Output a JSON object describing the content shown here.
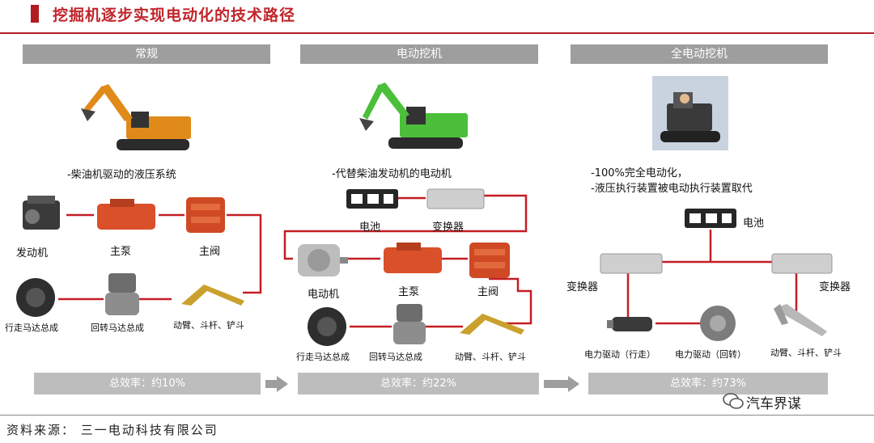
{
  "title": "挖掘机逐步实现电动化的技术路径",
  "sections": {
    "conventional": {
      "label": "常规",
      "description": "-柴油机驱动的液压系统",
      "efficiency": "总效率：约10%",
      "components": {
        "engine": "发动机",
        "pump": "主泵",
        "valve": "主阀",
        "travel_motor": "行走马达总成",
        "swing_motor": "回转马达总成",
        "arm": "动臂、斗杆、铲斗"
      }
    },
    "electric": {
      "label": "电动挖机",
      "description": "-代替柴油发动机的电动机",
      "efficiency": "总效率：约22%",
      "components": {
        "battery": "电池",
        "converter": "变换器",
        "motor": "电动机",
        "pump": "主泵",
        "valve": "主阀",
        "travel_motor": "行走马达总成",
        "swing_motor": "回转马达总成",
        "arm": "动臂、斗杆、铲斗"
      }
    },
    "full_electric": {
      "label": "全电动挖机",
      "description_line1": "-100%完全电动化，",
      "description_line2": "-液压执行装置被电动执行装置取代",
      "efficiency": "总效率：约73%",
      "components": {
        "battery": "电池",
        "converter_left": "变换器",
        "converter_right": "变换器",
        "drive_travel": "电力驱动（行走）",
        "drive_swing": "电力驱动（回转）",
        "arm": "动臂、斗杆、铲斗"
      }
    }
  },
  "source": "资料来源：  三一电动科技有限公司",
  "watermark": "汽车界谋",
  "colors": {
    "title_red": "#c0262c",
    "line_red": "#c41e24",
    "bar_gray": "#9e9e9e",
    "eff_gray": "#bdbdbd"
  }
}
